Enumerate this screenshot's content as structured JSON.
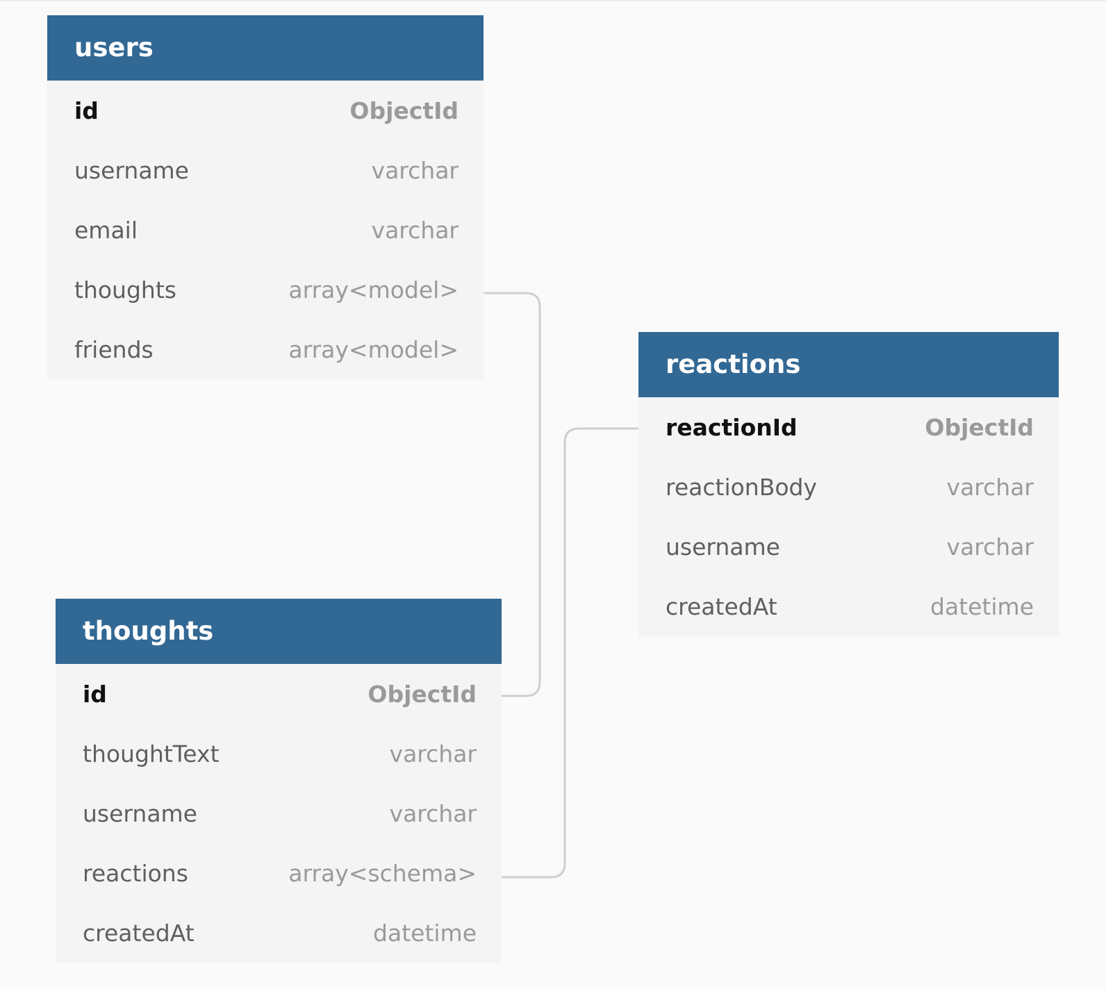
{
  "tables": {
    "users": {
      "name": "users",
      "fields": [
        {
          "name": "id",
          "type": "ObjectId",
          "primary_key": true
        },
        {
          "name": "username",
          "type": "varchar"
        },
        {
          "name": "email",
          "type": "varchar"
        },
        {
          "name": "thoughts",
          "type": "array<model>"
        },
        {
          "name": "friends",
          "type": "array<model>"
        }
      ]
    },
    "reactions": {
      "name": "reactions",
      "fields": [
        {
          "name": "reactionId",
          "type": "ObjectId",
          "primary_key": true
        },
        {
          "name": "reactionBody",
          "type": "varchar"
        },
        {
          "name": "username",
          "type": "varchar"
        },
        {
          "name": "createdAt",
          "type": "datetime"
        }
      ]
    },
    "thoughts": {
      "name": "thoughts",
      "fields": [
        {
          "name": "id",
          "type": "ObjectId",
          "primary_key": true
        },
        {
          "name": "thoughtText",
          "type": "varchar"
        },
        {
          "name": "username",
          "type": "varchar"
        },
        {
          "name": "reactions",
          "type": "array<schema>"
        },
        {
          "name": "createdAt",
          "type": "datetime"
        }
      ]
    }
  },
  "relationships": [
    {
      "from": "users.thoughts",
      "to": "thoughts.id"
    },
    {
      "from": "thoughts.reactions",
      "to": "reactions.reactionId"
    }
  ],
  "colors": {
    "header": "#326894",
    "table_body": "#f4f4f4",
    "background": "#fafafa",
    "connector": "#cfcfcf",
    "field_name": "#5f5f5f",
    "field_type": "#9a9a9a",
    "primary_key": "#111111"
  }
}
